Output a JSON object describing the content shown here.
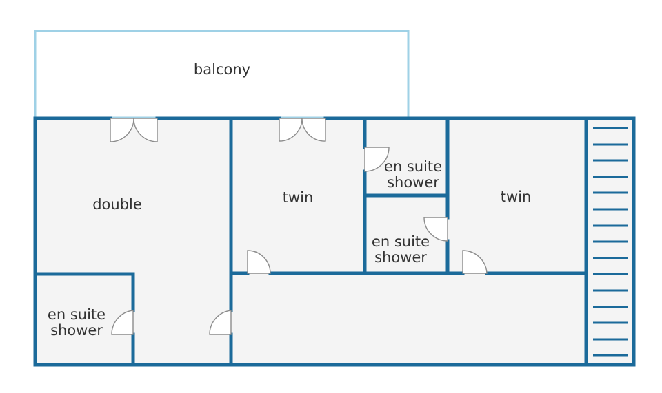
{
  "rooms": {
    "balcony": "balcony",
    "double": "double",
    "twin_left": "twin",
    "twin_right": "twin",
    "ensuite_top_line1": "en suite",
    "ensuite_top_line2": "shower",
    "ensuite_mid_line1": "en suite",
    "ensuite_mid_line2": "shower",
    "ensuite_left_line1": "en suite",
    "ensuite_left_line2": "shower"
  },
  "colors": {
    "wall": "#1b6a9a",
    "balcony_outline": "#9fd1e6",
    "room_fill": "#f4f4f4",
    "door": "#8c8c8c",
    "label": "#333333"
  }
}
